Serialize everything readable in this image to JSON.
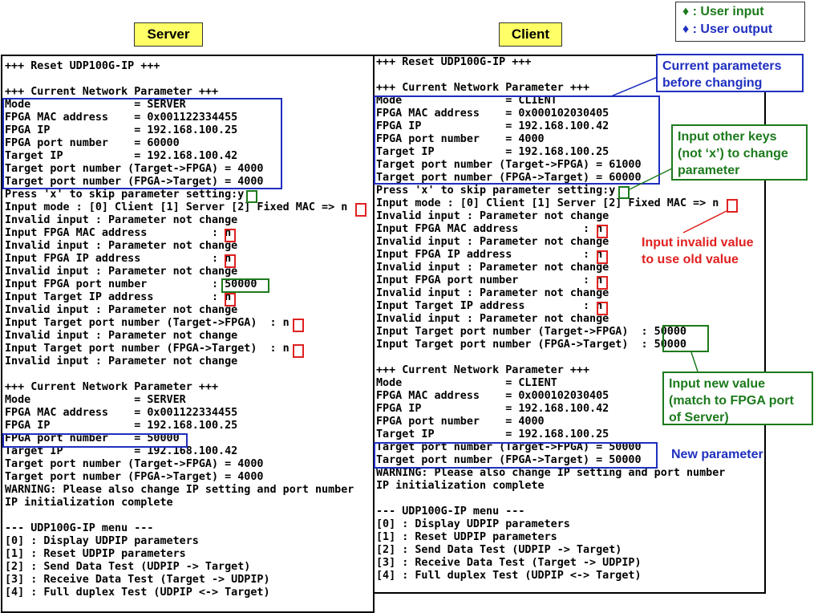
{
  "headers": {
    "server": "Server",
    "client": "Client"
  },
  "legend": {
    "input": {
      "symbol": "♦",
      "text": ": User input",
      "color": "#1c7a1c"
    },
    "output": {
      "symbol": "♦",
      "text": ": User output",
      "color": "#1f2fbf"
    }
  },
  "server_lines": [
    "+++ Reset UDP100G-IP +++",
    "",
    "+++ Current Network Parameter +++",
    "Mode                = SERVER",
    "FPGA MAC address    = 0x001122334455",
    "FPGA IP             = 192.168.100.25",
    "FPGA port number    = 60000",
    "Target IP           = 192.168.100.42",
    "Target port number (Target->FPGA) = 4000",
    "Target port number (FPGA->Target) = 4000",
    "Press 'x' to skip parameter setting:y",
    "Input mode : [0] Client [1] Server [2] Fixed MAC => n",
    "Invalid input : Parameter not change",
    "Input FPGA MAC address          : n",
    "Invalid input : Parameter not change",
    "Input FPGA IP address           : n",
    "Invalid input : Parameter not change",
    "Input FPGA port number          : 50000",
    "Input Target IP address         : n",
    "Invalid input : Parameter not change",
    "Input Target port number (Target->FPGA)  : n",
    "Invalid input : Parameter not change",
    "Input Target port number (FPGA->Target)  : n",
    "Invalid input : Parameter not change",
    "",
    "+++ Current Network Parameter +++",
    "Mode                = SERVER",
    "FPGA MAC address    = 0x001122334455",
    "FPGA IP             = 192.168.100.25",
    "FPGA port number    = 50000",
    "Target IP           = 192.168.100.42",
    "Target port number (Target->FPGA) = 4000",
    "Target port number (FPGA->Target) = 4000",
    "WARNING: Please also change IP setting and port number",
    "IP initialization complete",
    "",
    "--- UDP100G-IP menu ---",
    "[0] : Display UDPIP parameters",
    "[1] : Reset UDPIP parameters",
    "[2] : Send Data Test (UDPIP -> Target)",
    "[3] : Receive Data Test (Target -> UDPIP)",
    "[4] : Full duplex Test (UDPIP <-> Target)"
  ],
  "client_lines": [
    "+++ Reset UDP100G-IP +++",
    "",
    "+++ Current Network Parameter +++",
    "Mode                = CLIENT",
    "FPGA MAC address    = 0x000102030405",
    "FPGA IP             = 192.168.100.42",
    "FPGA port number    = 4000",
    "Target IP           = 192.168.100.25",
    "Target port number (Target->FPGA) = 61000",
    "Target port number (FPGA->Target) = 60000",
    "Press 'x' to skip parameter setting:y",
    "Input mode : [0] Client [1] Server [2] Fixed MAC => n",
    "Invalid input : Parameter not change",
    "Input FPGA MAC address          : n",
    "Invalid input : Parameter not change",
    "Input FPGA IP address           : n",
    "Invalid input : Parameter not change",
    "Input FPGA port number          : n",
    "Invalid input : Parameter not change",
    "Input Target IP address         : n",
    "Invalid input : Parameter not change",
    "Input Target port number (Target->FPGA)  : 50000",
    "Input Target port number (FPGA->Target)  : 50000",
    "",
    "+++ Current Network Parameter +++",
    "Mode                = CLIENT",
    "FPGA MAC address    = 0x000102030405",
    "FPGA IP             = 192.168.100.42",
    "FPGA port number    = 4000",
    "Target IP           = 192.168.100.25",
    "Target port number (Target->FPGA) = 50000",
    "Target port number (FPGA->Target) = 50000",
    "WARNING: Please also change IP setting and port number",
    "IP initialization complete",
    "",
    "--- UDP100G-IP menu ---",
    "[0] : Display UDPIP parameters",
    "[1] : Reset UDPIP parameters",
    "[2] : Send Data Test (UDPIP -> Target)",
    "[3] : Receive Data Test (Target -> UDPIP)",
    "[4] : Full duplex Test (UDPIP <-> Target)"
  ],
  "annotations": {
    "current_params": {
      "text": "Current parameters\nbefore changing",
      "color": "#1f2fbf"
    },
    "other_keys": {
      "text": "Input other keys\n(not ‘x’) to change\nparameter",
      "color": "#1c7a1c"
    },
    "invalid_value": {
      "text": "Input invalid value\nto use old value",
      "color": "#e02020"
    },
    "new_value": {
      "text": "Input new value\n(match to FPGA port\nof Server)",
      "color": "#1c7a1c"
    },
    "new_param": {
      "text": "New parameter",
      "color": "#1f2fbf"
    }
  }
}
